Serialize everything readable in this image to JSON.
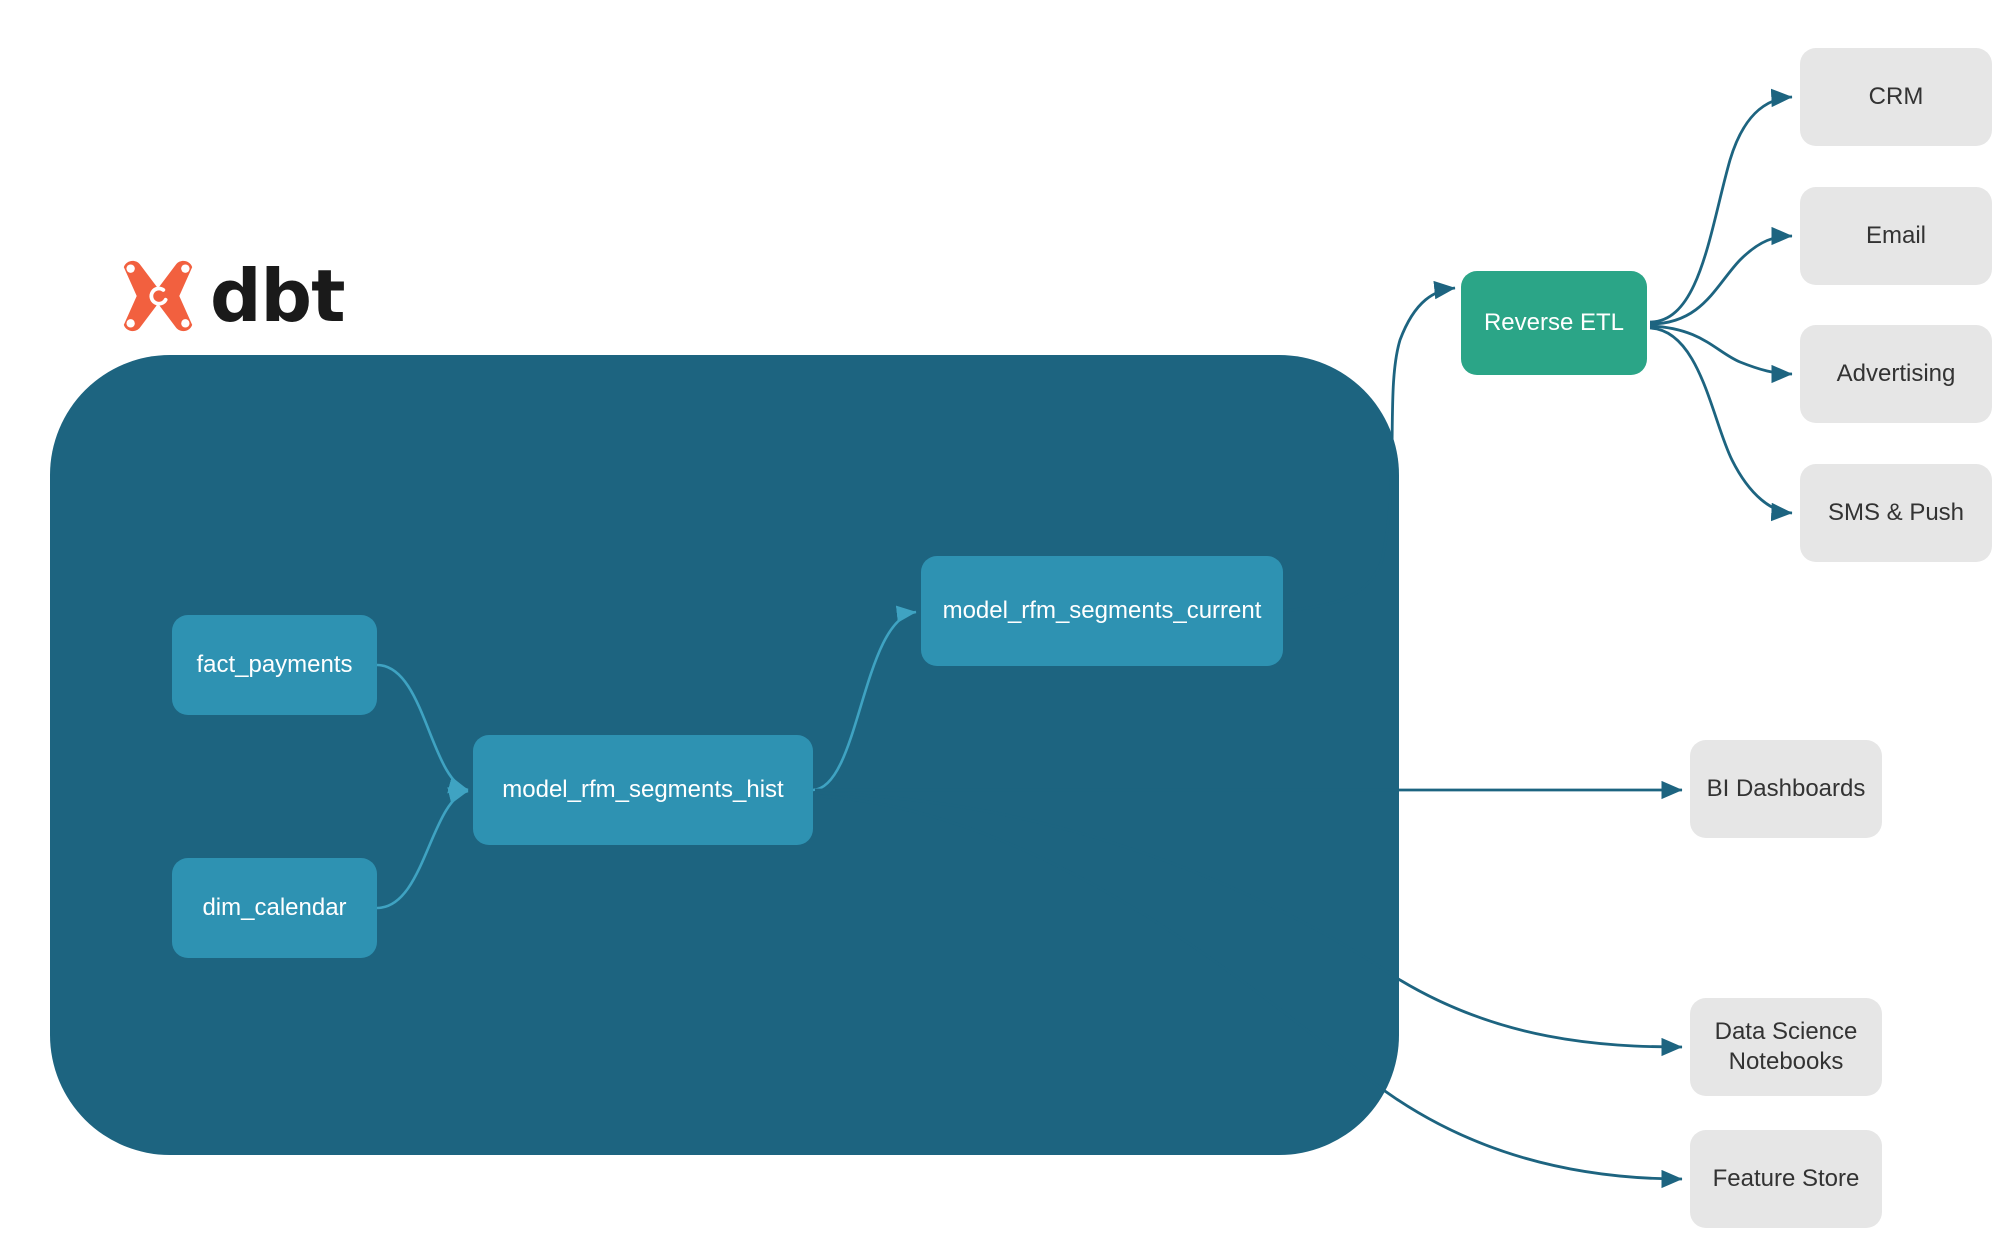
{
  "brand": {
    "logo_name": "dbt-logo",
    "wordmark": "dbt",
    "logo_color": "#f2603f"
  },
  "colors": {
    "project_container": "#1d6480",
    "model_node": "#2e92b2",
    "reverse_etl_node": "#2ba587",
    "destination_node": "#e6e6e6",
    "edge": "#1d6480",
    "inner_edge": "#2e92b2",
    "node_text": "#ffffff",
    "destination_text": "#333333"
  },
  "project": {
    "container_name": "dbt-project-container",
    "models": [
      {
        "id": "fact_payments",
        "label": "fact_payments"
      },
      {
        "id": "dim_calendar",
        "label": "dim_calendar"
      },
      {
        "id": "model_rfm_segments_hist",
        "label": "model_rfm_segments_hist"
      },
      {
        "id": "model_rfm_segments_current",
        "label": "model_rfm_segments_current"
      }
    ]
  },
  "activation": {
    "hub_label": "Reverse ETL",
    "destinations": [
      {
        "id": "crm",
        "label": "CRM"
      },
      {
        "id": "email",
        "label": "Email"
      },
      {
        "id": "advertising",
        "label": "Advertising"
      },
      {
        "id": "sms_push",
        "label": "SMS & Push"
      }
    ]
  },
  "consumers": [
    {
      "id": "bi_dashboards",
      "label": "BI Dashboards"
    },
    {
      "id": "ds_notebooks",
      "label": "Data Science\nNotebooks",
      "line1": "Data Science",
      "line2": "Notebooks"
    },
    {
      "id": "feature_store",
      "label": "Feature Store"
    }
  ],
  "chart_data": {
    "type": "diagram",
    "title": "dbt RFM segments lineage and activation",
    "nodes": [
      {
        "id": "fact_payments",
        "label": "fact_payments",
        "group": "dbt-project",
        "kind": "source-model"
      },
      {
        "id": "dim_calendar",
        "label": "dim_calendar",
        "group": "dbt-project",
        "kind": "source-model"
      },
      {
        "id": "model_rfm_segments_hist",
        "label": "model_rfm_segments_hist",
        "group": "dbt-project",
        "kind": "model"
      },
      {
        "id": "model_rfm_segments_current",
        "label": "model_rfm_segments_current",
        "group": "dbt-project",
        "kind": "model"
      },
      {
        "id": "reverse_etl",
        "label": "Reverse ETL",
        "group": "activation",
        "kind": "hub"
      },
      {
        "id": "crm",
        "label": "CRM",
        "group": "activation",
        "kind": "destination"
      },
      {
        "id": "email",
        "label": "Email",
        "group": "activation",
        "kind": "destination"
      },
      {
        "id": "advertising",
        "label": "Advertising",
        "group": "activation",
        "kind": "destination"
      },
      {
        "id": "sms_push",
        "label": "SMS & Push",
        "group": "activation",
        "kind": "destination"
      },
      {
        "id": "bi_dashboards",
        "label": "BI Dashboards",
        "group": "consumers",
        "kind": "destination"
      },
      {
        "id": "ds_notebooks",
        "label": "Data Science Notebooks",
        "group": "consumers",
        "kind": "destination"
      },
      {
        "id": "feature_store",
        "label": "Feature Store",
        "group": "consumers",
        "kind": "destination"
      }
    ],
    "edges": [
      {
        "from": "fact_payments",
        "to": "model_rfm_segments_hist"
      },
      {
        "from": "dim_calendar",
        "to": "model_rfm_segments_hist"
      },
      {
        "from": "model_rfm_segments_hist",
        "to": "model_rfm_segments_current"
      },
      {
        "from": "model_rfm_segments_current",
        "to": "reverse_etl"
      },
      {
        "from": "reverse_etl",
        "to": "crm"
      },
      {
        "from": "reverse_etl",
        "to": "email"
      },
      {
        "from": "reverse_etl",
        "to": "advertising"
      },
      {
        "from": "reverse_etl",
        "to": "sms_push"
      },
      {
        "from": "model_rfm_segments_hist",
        "to": "bi_dashboards"
      },
      {
        "from": "model_rfm_segments_hist",
        "to": "ds_notebooks"
      },
      {
        "from": "model_rfm_segments_hist",
        "to": "feature_store"
      }
    ]
  }
}
